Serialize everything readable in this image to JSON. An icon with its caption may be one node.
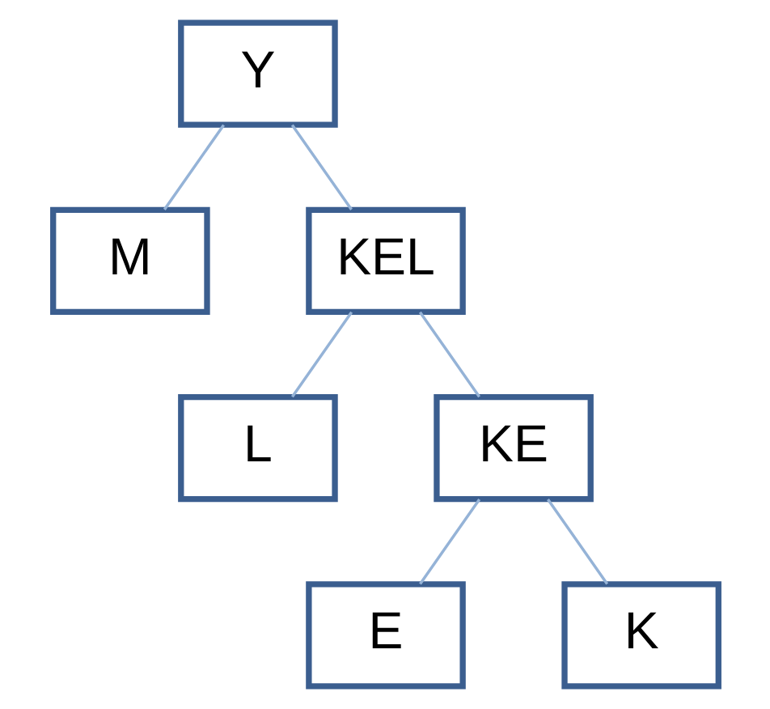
{
  "diagram": {
    "nodes": [
      {
        "text": [
          "Y"
        ]
      },
      {
        "text": [
          "M"
        ]
      },
      {
        "text": [
          "KEL"
        ]
      },
      {
        "text": [
          "L"
        ]
      },
      {
        "text": [
          "KE"
        ]
      },
      {
        "text": [
          "E"
        ]
      },
      {
        "text": [
          "K"
        ]
      }
    ],
    "edges": [
      {
        "from": 0,
        "to": 1,
        "arrow": "none"
      },
      {
        "from": 0,
        "to": 2,
        "arrow": "none"
      },
      {
        "from": 2,
        "to": 3,
        "arrow": "none"
      },
      {
        "from": 2,
        "to": 4,
        "arrow": "none"
      },
      {
        "from": 4,
        "to": 5,
        "arrow": "none"
      },
      {
        "from": 4,
        "to": 6,
        "arrow": "none"
      }
    ]
  }
}
